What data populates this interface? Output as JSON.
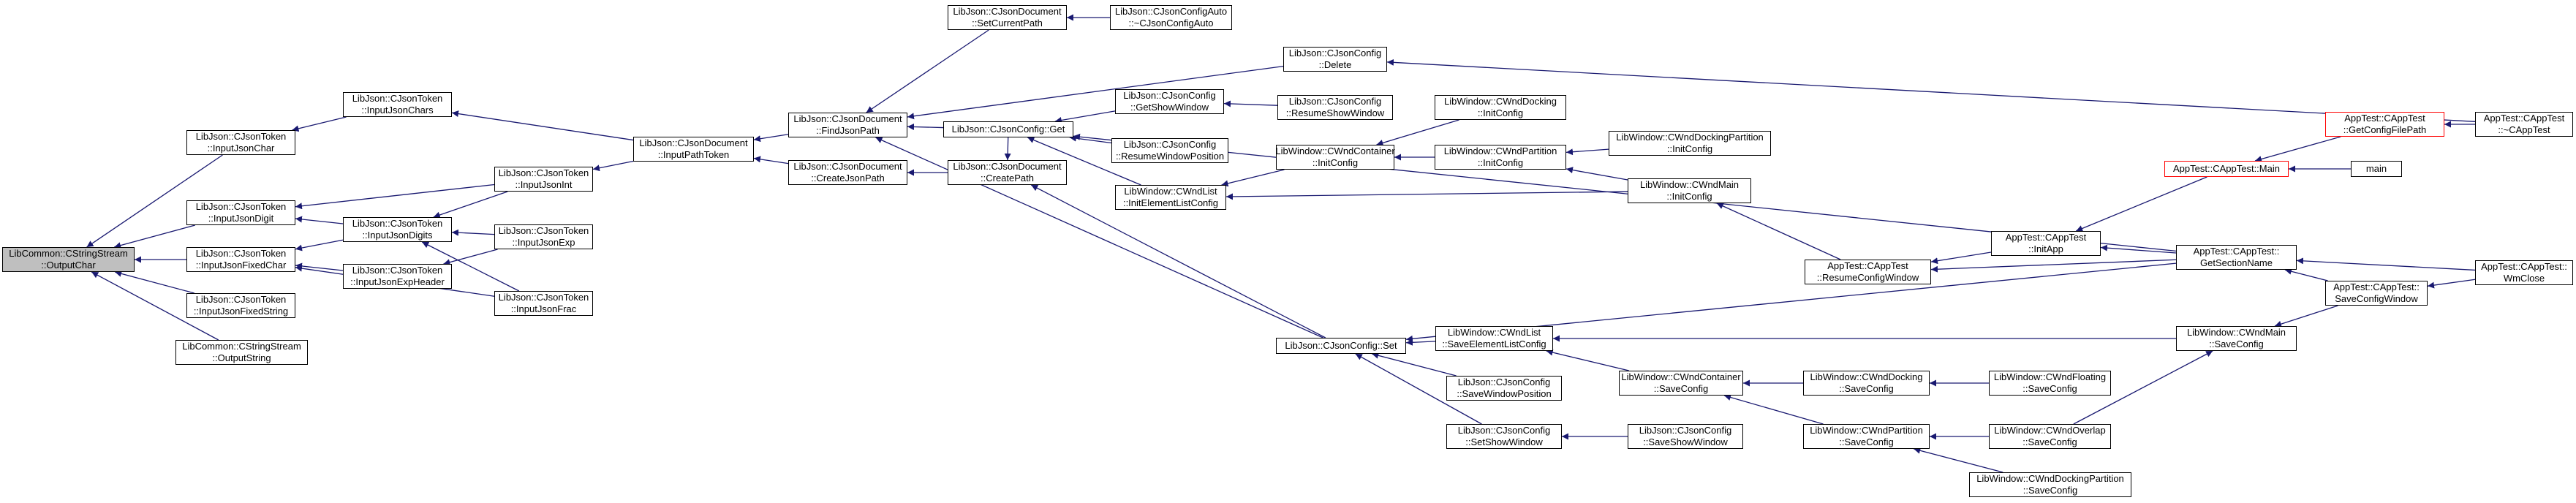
{
  "colors": {
    "edge": "#191970",
    "border": "#000000",
    "red_border": "#ff0000",
    "root_fill": "#bfbfbf"
  },
  "nodes": {
    "n1": {
      "l1": "LibCommon::CStringStream",
      "l2": "::OutputChar"
    },
    "n2": {
      "l1": "LibJson::CJsonToken",
      "l2": "::InputJsonChar"
    },
    "n3": {
      "l1": "LibJson::CJsonToken",
      "l2": "::InputJsonDigit"
    },
    "n4": {
      "l1": "LibJson::CJsonToken",
      "l2": "::InputJsonFixedChar"
    },
    "n5": {
      "l1": "LibJson::CJsonToken",
      "l2": "::InputJsonFixedString"
    },
    "n6": {
      "l1": "LibCommon::CStringStream",
      "l2": "::OutputString"
    },
    "n7": {
      "l1": "LibJson::CJsonToken",
      "l2": "::InputJsonChars"
    },
    "n8": {
      "l1": "LibJson::CJsonToken",
      "l2": "::InputJsonDigits"
    },
    "n9": {
      "l1": "LibJson::CJsonToken",
      "l2": "::InputJsonExpHeader"
    },
    "n10": {
      "l1": "LibJson::CJsonToken",
      "l2": "::InputJsonInt"
    },
    "n11": {
      "l1": "LibJson::CJsonToken",
      "l2": "::InputJsonExp"
    },
    "n12": {
      "l1": "LibJson::CJsonToken",
      "l2": "::InputJsonFrac"
    },
    "n13": {
      "l1": "LibJson::CJsonDocument",
      "l2": "::InputPathToken"
    },
    "n14": {
      "l1": "LibJson::CJsonDocument",
      "l2": "::FindJsonPath"
    },
    "n15": {
      "l1": "LibJson::CJsonDocument",
      "l2": "::CreateJsonPath"
    },
    "n16": {
      "l1": "LibJson::CJsonDocument",
      "l2": "::SetCurrentPath"
    },
    "n17": {
      "l1": "LibJson::CJsonConfigAuto",
      "l2": "::~CJsonConfigAuto"
    },
    "n18": {
      "l1": "LibJson::CJsonConfig::Get",
      "l2": ""
    },
    "n19": {
      "l1": "LibJson::CJsonDocument",
      "l2": "::CreatePath"
    },
    "n20": {
      "l1": "LibJson::CJsonConfig",
      "l2": "::Delete"
    },
    "n21": {
      "l1": "LibJson::CJsonConfig",
      "l2": "::GetShowWindow"
    },
    "n22": {
      "l1": "LibJson::CJsonConfig",
      "l2": "::ResumeShowWindow"
    },
    "n23": {
      "l1": "LibJson::CJsonConfig",
      "l2": "::ResumeWindowPosition"
    },
    "n24": {
      "l1": "LibWindow::CWndList",
      "l2": "::InitElementListConfig"
    },
    "n25": {
      "l1": "LibWindow::CWndContainer",
      "l2": "::InitConfig"
    },
    "n26": {
      "l1": "LibWindow::CWndDocking",
      "l2": "::InitConfig"
    },
    "n27": {
      "l1": "LibWindow::CWndPartition",
      "l2": "::InitConfig"
    },
    "n28": {
      "l1": "LibWindow::CWndDockingPartition",
      "l2": "::InitConfig"
    },
    "n29": {
      "l1": "LibWindow::CWndMain",
      "l2": "::InitConfig"
    },
    "n30": {
      "l1": "LibJson::CJsonConfig::Set",
      "l2": ""
    },
    "n31": {
      "l1": "LibWindow::CWndList",
      "l2": "::SaveElementListConfig"
    },
    "n32": {
      "l1": "LibJson::CJsonConfig",
      "l2": "::SaveWindowPosition"
    },
    "n33": {
      "l1": "LibJson::CJsonConfig",
      "l2": "::SetShowWindow"
    },
    "n34": {
      "l1": "LibWindow::CWndContainer",
      "l2": "::SaveConfig"
    },
    "n35": {
      "l1": "LibJson::CJsonConfig",
      "l2": "::SaveShowWindow"
    },
    "n36": {
      "l1": "LibWindow::CWndDocking",
      "l2": "::SaveConfig"
    },
    "n37": {
      "l1": "LibWindow::CWndPartition",
      "l2": "::SaveConfig"
    },
    "n38": {
      "l1": "LibWindow::CWndFloating",
      "l2": "::SaveConfig"
    },
    "n39": {
      "l1": "LibWindow::CWndOverlap",
      "l2": "::SaveConfig"
    },
    "n40": {
      "l1": "LibWindow::CWndDockingPartition",
      "l2": "::SaveConfig"
    },
    "n41": {
      "l1": "LibWindow::CWndMain",
      "l2": "::SaveConfig"
    },
    "n42": {
      "l1": "AppTest::CAppTest",
      "l2": "::ResumeConfigWindow"
    },
    "n43": {
      "l1": "AppTest::CAppTest",
      "l2": "::InitApp"
    },
    "n44": {
      "l1": "AppTest::CAppTest::Main",
      "l2": ""
    },
    "n45": {
      "l1": "AppTest::CAppTest",
      "l2": "::GetConfigFilePath"
    },
    "n46": {
      "l1": "main",
      "l2": ""
    },
    "n47": {
      "l1": "AppTest::CAppTest",
      "l2": "::~CAppTest"
    },
    "n48": {
      "l1": "AppTest::CAppTest::",
      "l2": "GetSectionName"
    },
    "n49": {
      "l1": "AppTest::CAppTest::",
      "l2": "SaveConfigWindow"
    },
    "n50": {
      "l1": "AppTest::CAppTest::",
      "l2": "WmClose"
    }
  },
  "edges": [
    [
      "n2",
      "n1"
    ],
    [
      "n3",
      "n1"
    ],
    [
      "n4",
      "n1"
    ],
    [
      "n5",
      "n1"
    ],
    [
      "n6",
      "n1"
    ],
    [
      "n7",
      "n2"
    ],
    [
      "n10",
      "n3"
    ],
    [
      "n8",
      "n3"
    ],
    [
      "n8",
      "n4"
    ],
    [
      "n9",
      "n4"
    ],
    [
      "n12",
      "n4"
    ],
    [
      "n13",
      "n7"
    ],
    [
      "n13",
      "n10"
    ],
    [
      "n10",
      "n8"
    ],
    [
      "n11",
      "n8"
    ],
    [
      "n12",
      "n8"
    ],
    [
      "n11",
      "n9"
    ],
    [
      "n14",
      "n13"
    ],
    [
      "n15",
      "n13"
    ],
    [
      "n16",
      "n14"
    ],
    [
      "n18",
      "n14"
    ],
    [
      "n20",
      "n14"
    ],
    [
      "n30",
      "n14"
    ],
    [
      "n17",
      "n16"
    ],
    [
      "n19",
      "n15"
    ],
    [
      "n18",
      "n19"
    ],
    [
      "n30",
      "n19"
    ],
    [
      "n21",
      "n18"
    ],
    [
      "n23",
      "n18"
    ],
    [
      "n24",
      "n18"
    ],
    [
      "n48",
      "n18"
    ],
    [
      "n22",
      "n21"
    ],
    [
      "n47",
      "n20"
    ],
    [
      "n25",
      "n24"
    ],
    [
      "n29",
      "n24"
    ],
    [
      "n26",
      "n25"
    ],
    [
      "n27",
      "n25"
    ],
    [
      "n28",
      "n27"
    ],
    [
      "n29",
      "n27"
    ],
    [
      "n42",
      "n29"
    ],
    [
      "n43",
      "n42"
    ],
    [
      "n48",
      "n42"
    ],
    [
      "n44",
      "n43"
    ],
    [
      "n48",
      "n43"
    ],
    [
      "n45",
      "n44"
    ],
    [
      "n46",
      "n44"
    ],
    [
      "n47",
      "n45"
    ],
    [
      "n49",
      "n48"
    ],
    [
      "n50",
      "n48"
    ],
    [
      "n31",
      "n30"
    ],
    [
      "n32",
      "n30"
    ],
    [
      "n33",
      "n30"
    ],
    [
      "n48",
      "n30"
    ],
    [
      "n41",
      "n31"
    ],
    [
      "n34",
      "n31"
    ],
    [
      "n36",
      "n34"
    ],
    [
      "n37",
      "n34"
    ],
    [
      "n38",
      "n36"
    ],
    [
      "n39",
      "n37"
    ],
    [
      "n40",
      "n37"
    ],
    [
      "n35",
      "n33"
    ],
    [
      "n39",
      "n41"
    ],
    [
      "n49",
      "n41"
    ],
    [
      "n50",
      "n49"
    ]
  ]
}
